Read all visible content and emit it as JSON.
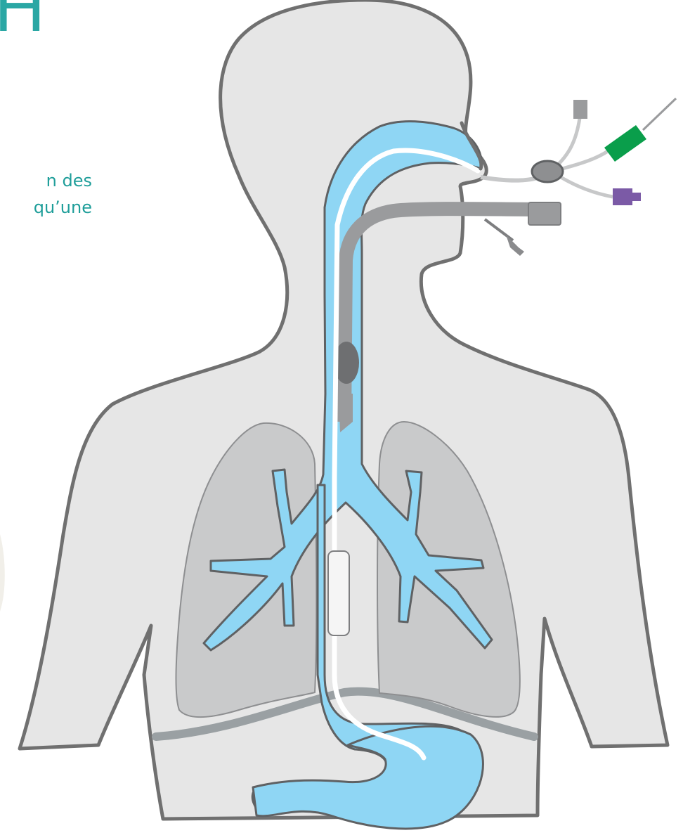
{
  "heading": {
    "letter": "H"
  },
  "caption": {
    "line1": "n des",
    "line2": "qu’une"
  },
  "colors": {
    "teal_text": "#1f9e9a",
    "body_fill": "#e6e6e6",
    "body_outline": "#707070",
    "lung_fill": "#c9cacb",
    "airway_fill": "#8fd6f4",
    "tube_gray": "#9a9b9d",
    "cuff_dark": "#6e6f71",
    "connector_green": "#0a9e4b",
    "connector_purple": "#7b5aa6",
    "stomach_fill": "#8fd6f4"
  },
  "icons": {
    "body": "human-torso-outline",
    "lungs": "lungs-icon",
    "airway": "trachea-bronchi-icon",
    "stomach": "stomach-icon",
    "tube": "endotracheal-tube-icon",
    "probe": "feeding-tube-icon"
  }
}
